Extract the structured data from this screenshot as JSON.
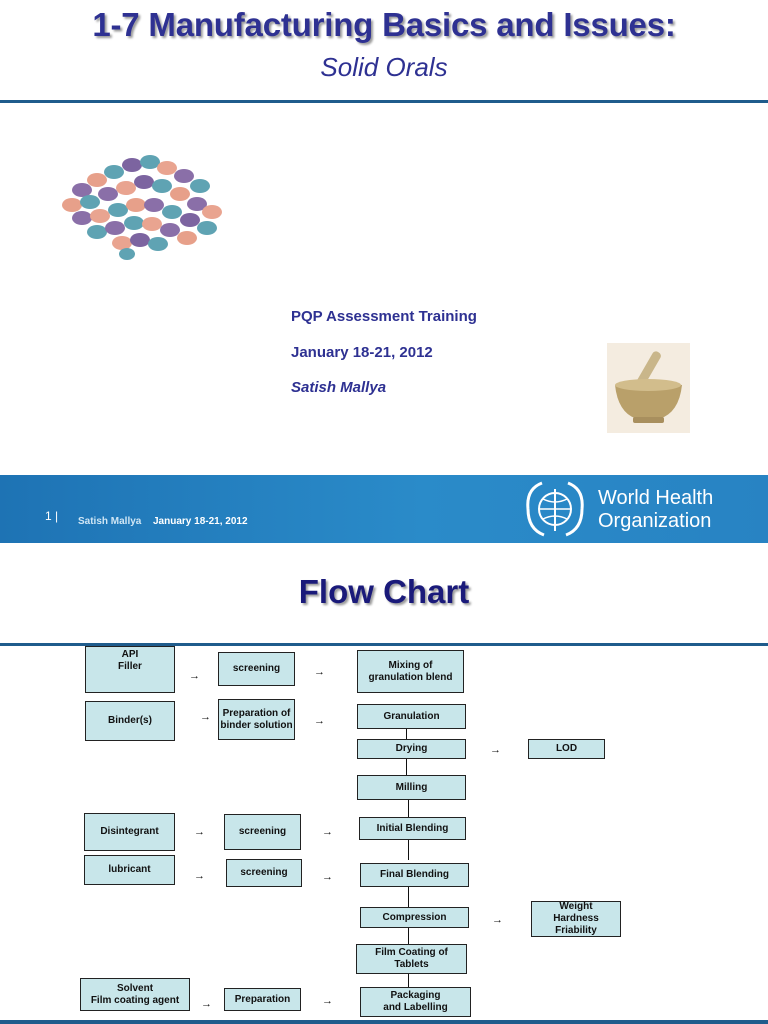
{
  "slide1": {
    "title": "1-7 Manufacturing Basics and Issues:",
    "subtitle": "Solid Orals",
    "training": "PQP Assessment Training",
    "date": "January 18-21, 2012",
    "author": "Satish Mallya",
    "footer": {
      "page": "1 |",
      "author": "Satish Mallya",
      "date": "January 18-21, 2012",
      "org_line1": "World Health",
      "org_line2": "Organization"
    },
    "images": [
      "pills-image",
      "mortar-pestle-image",
      "who-emblem"
    ]
  },
  "slide2": {
    "title": "Flow Chart",
    "boxes": {
      "api_filler": "API\nFiller",
      "screening1": "screening",
      "mixing": "Mixing of\ngranulation blend",
      "binder": "Binder(s)",
      "prep_binder": "Preparation of\nbinder solution",
      "granulation": "Granulation",
      "drying": "Drying",
      "lod": "LOD",
      "milling": "Milling",
      "disintegrant": "Disintegrant",
      "screening2": "screening",
      "initial_blending": "Initial Blending",
      "lubricant": "lubricant",
      "screening3": "screening",
      "final_blending": "Final Blending",
      "compression": "Compression",
      "tests": "Weight\nHardness\nFriability",
      "film_coating": "Film Coating of Tablets",
      "solvent": "Solvent\nFilm coating agent",
      "preparation": "Preparation",
      "packaging": "Packaging\nand Labelling"
    },
    "arrow_glyph": "→"
  },
  "colors": {
    "title": "#2e3192",
    "footer": "#2a8bc9",
    "box": "#c8e6ea"
  }
}
